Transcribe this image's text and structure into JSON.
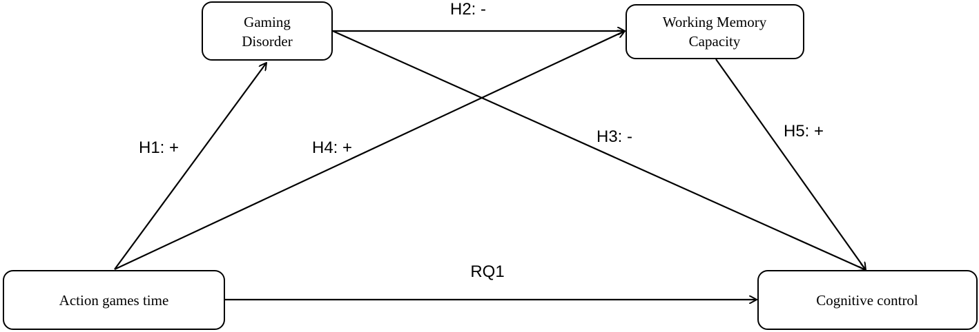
{
  "nodes": {
    "gaming_disorder": {
      "line1": "Gaming",
      "line2": "Disorder"
    },
    "working_memory": {
      "line1": "Working Memory",
      "line2": "Capacity"
    },
    "action_games": {
      "label": "Action games time"
    },
    "cognitive_control": {
      "label": "Cognitive control"
    }
  },
  "edges": {
    "h1": "H1: +",
    "h2": "H2: -",
    "h3": "H3: -",
    "h4": "H4: +",
    "h5": "H5: +",
    "rq1": "RQ1"
  },
  "colors": {
    "stroke": "#000000",
    "background": "#ffffff"
  }
}
